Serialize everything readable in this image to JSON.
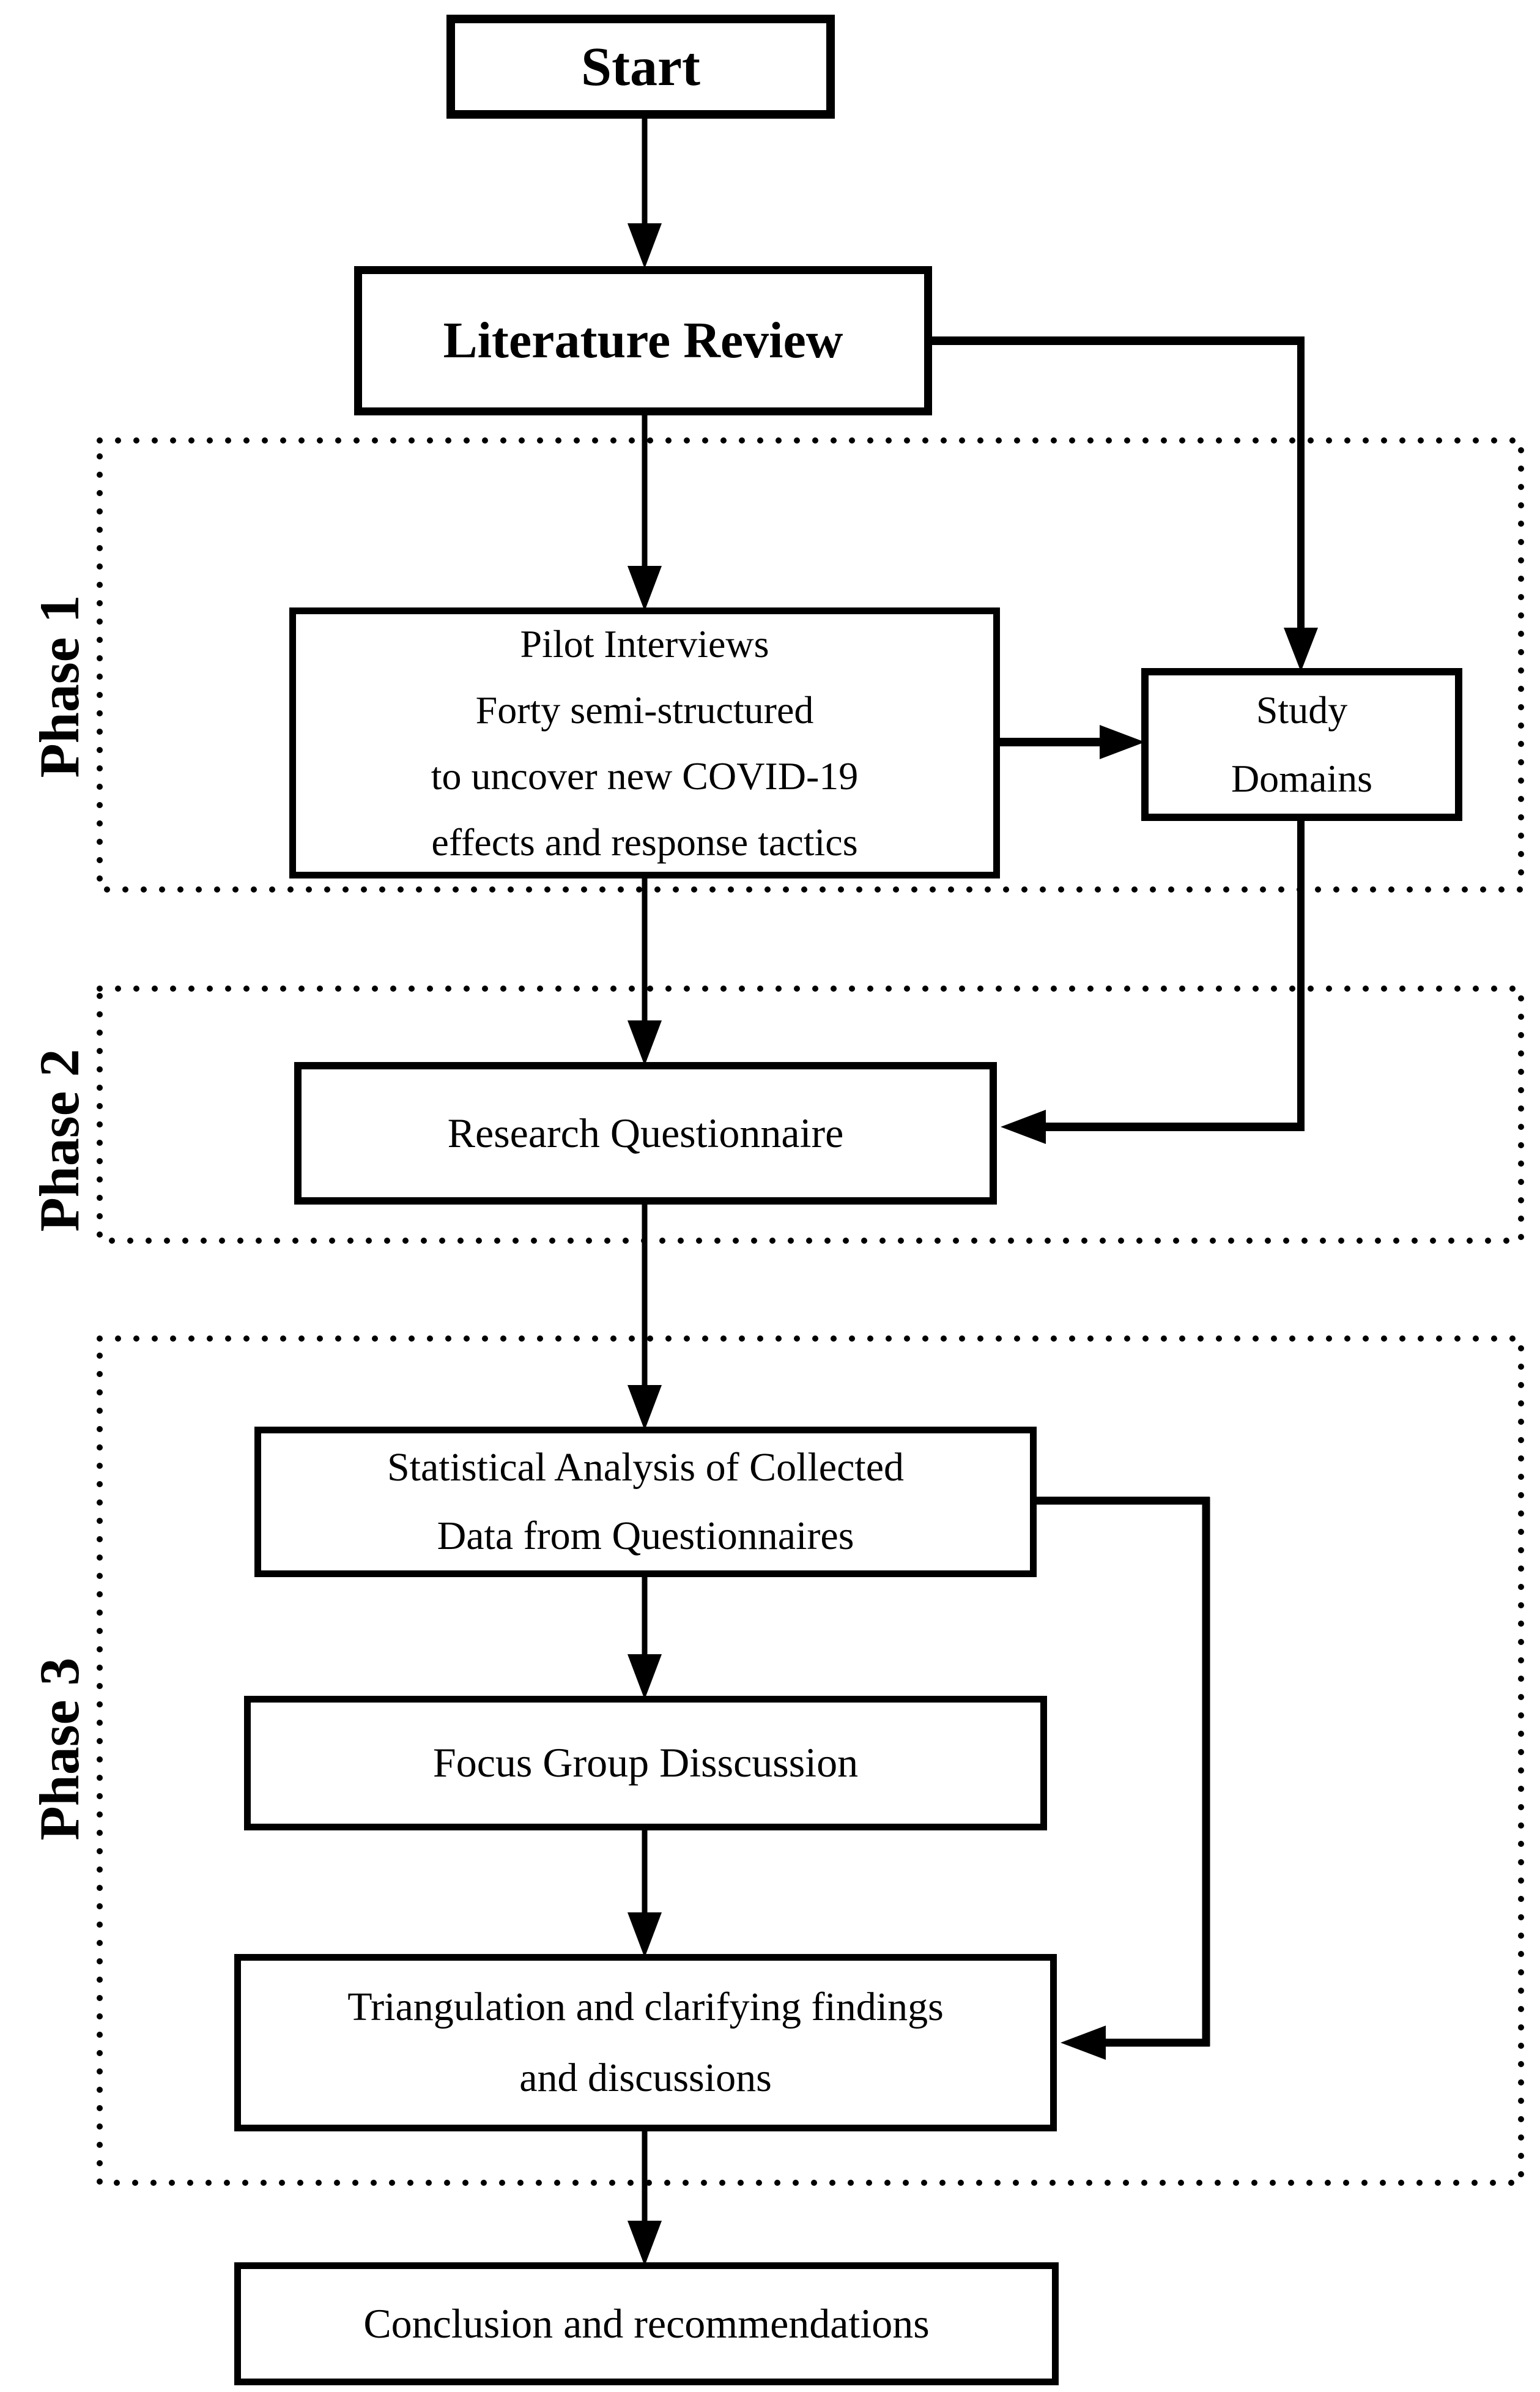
{
  "diagram": {
    "nodes": {
      "start": {
        "label": "Start"
      },
      "literature_review": {
        "label": "Literature Review"
      },
      "pilot_interviews": {
        "lines": [
          "Pilot Interviews",
          "Forty semi-structured",
          "to uncover new COVID-19",
          "effects and response tactics"
        ]
      },
      "study_domains": {
        "lines": [
          "Study",
          "Domains"
        ]
      },
      "research_questionnaire": {
        "label": "Research Questionnaire"
      },
      "statistical_analysis": {
        "lines": [
          "Statistical Analysis of Collected",
          "Data from Questionnaires"
        ]
      },
      "focus_group_discussion": {
        "label": "Focus Group Disscussion"
      },
      "triangulation": {
        "lines": [
          "Triangulation and clarifying findings",
          "and discussions"
        ]
      },
      "conclusion": {
        "label": "Conclusion and recommendations"
      }
    },
    "phases": {
      "phase1": {
        "label": "Phase 1"
      },
      "phase2": {
        "label": "Phase 2"
      },
      "phase3": {
        "label": "Phase 3"
      }
    },
    "colors": {
      "ink": "#000000",
      "background": "#ffffff"
    }
  }
}
